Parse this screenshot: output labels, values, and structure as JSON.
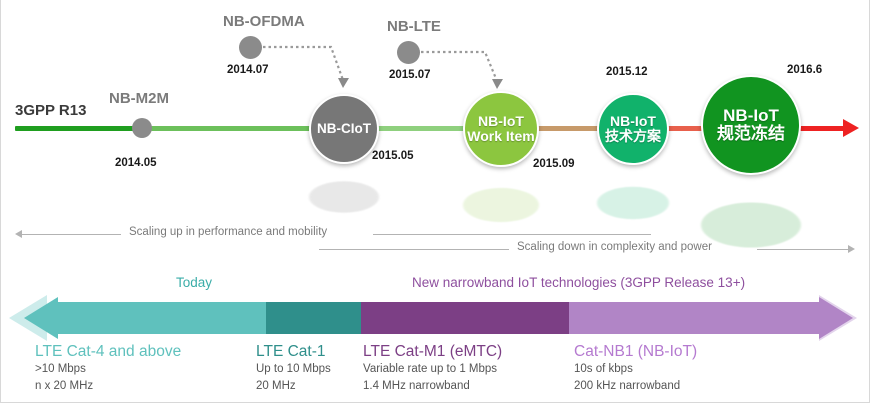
{
  "timeline": {
    "start_label": "3GPP R13",
    "nodes": [
      {
        "name": "NB-M2M",
        "date": "2014.05",
        "kind": "dot",
        "color": "#8b8b8b"
      },
      {
        "name": "NB-CIoT",
        "date": "2015.05",
        "kind": "circle",
        "color": "#777777"
      },
      {
        "name": "NB-IoT Work Item",
        "date": "2015.09",
        "kind": "circle",
        "color": "#8cc63f"
      },
      {
        "name": "NB-IoT 技术方案",
        "date": "2015.12",
        "kind": "circle",
        "color": "#11b26b"
      },
      {
        "name": "NB-IoT 规范冻结",
        "date": "2016.6",
        "kind": "circle",
        "color": "#119420"
      }
    ],
    "node_lines": {
      "nb_ciot_l1": "NB-CIoT",
      "workitem_l1": "NB-IoT",
      "workitem_l2": "Work Item",
      "tech_l1": "NB-IoT",
      "tech_l2": "技术方案",
      "freeze_l1": "NB-IoT",
      "freeze_l2": "规范冻结"
    },
    "branches": [
      {
        "name": "NB-OFDMA",
        "date": "2014.07"
      },
      {
        "name": "NB-LTE",
        "date": "2015.07"
      }
    ],
    "segment_colors": [
      "#1f9e1f",
      "#6cc05b",
      "#8fd07e",
      "#c79a6a",
      "#e8604c",
      "#ee2222"
    ]
  },
  "scaling": {
    "up": "Scaling up in performance and mobility",
    "down": "Scaling down in complexity and power"
  },
  "categories": {
    "today": {
      "label": "Today",
      "color": "#3aada8"
    },
    "new": {
      "label": "New narrowband IoT technologies (3GPP Release 13+)",
      "color": "#8e4f9e"
    }
  },
  "band": {
    "segments": [
      {
        "name": "lte-cat4",
        "color": "#5fc1bd"
      },
      {
        "name": "lte-cat1",
        "color": "#2f8f8b"
      },
      {
        "name": "lte-cat-m1",
        "color": "#7c3f85"
      },
      {
        "name": "cat-nb1",
        "color": "#b185c6"
      }
    ]
  },
  "technologies": [
    {
      "title": "LTE Cat-4 and above",
      "title_color": "#5fc1bd",
      "line1": ">10 Mbps",
      "line2": "n x 20 MHz"
    },
    {
      "title": "LTE Cat-1",
      "title_color": "#2f8f8b",
      "line1": "Up to 10 Mbps",
      "line2": "20 MHz"
    },
    {
      "title": "LTE Cat-M1 (eMTC)",
      "title_color": "#7c3f85",
      "line1": "Variable rate up to 1 Mbps",
      "line2": "1.4 MHz narrowband"
    },
    {
      "title": "Cat-NB1 (NB-IoT)",
      "title_color": "#b57ad0",
      "line1": "10s of kbps",
      "line2": "200 kHz narrowband"
    }
  ]
}
